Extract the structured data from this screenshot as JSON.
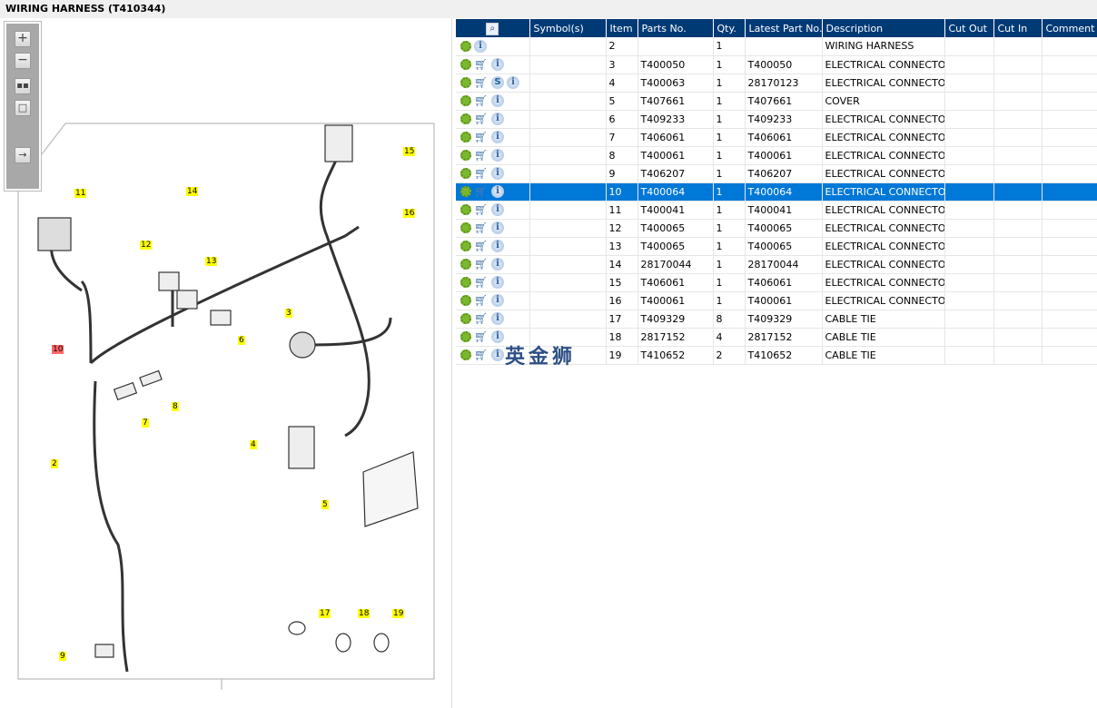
{
  "title": "WIRING HARNESS (T410344)",
  "toolbar": {
    "zoom_in": "zoom-in",
    "zoom_out": "zoom-out",
    "fit": "fit-all",
    "actual": "actual-size",
    "toggle": "toggle-panel"
  },
  "diagram": {
    "callouts": [
      "2",
      "3",
      "4",
      "5",
      "6",
      "7",
      "8",
      "9",
      "10",
      "11",
      "12",
      "13",
      "14",
      "15",
      "16",
      "17",
      "18",
      "19"
    ],
    "highlight": "10",
    "highlight_color": "#ff6666"
  },
  "table": {
    "headers": [
      "Symbol(s)",
      "Item",
      "Parts No.",
      "Qty.",
      "Latest Part No.",
      "Description",
      "Cut Out",
      "Cut In",
      "Comment"
    ],
    "selected_color": "#0078d7",
    "rows": [
      {
        "cart": false,
        "s": false,
        "item": "2",
        "part": "",
        "qty": "1",
        "latest": "",
        "desc": "WIRING HARNESS"
      },
      {
        "cart": true,
        "s": false,
        "item": "3",
        "part": "T400050",
        "qty": "1",
        "latest": "T400050",
        "desc": "ELECTRICAL CONNECTOR"
      },
      {
        "cart": true,
        "s": true,
        "item": "4",
        "part": "T400063",
        "qty": "1",
        "latest": "28170123",
        "desc": "ELECTRICAL CONNECTOR"
      },
      {
        "cart": true,
        "s": false,
        "item": "5",
        "part": "T407661",
        "qty": "1",
        "latest": "T407661",
        "desc": "COVER"
      },
      {
        "cart": true,
        "s": false,
        "item": "6",
        "part": "T409233",
        "qty": "1",
        "latest": "T409233",
        "desc": "ELECTRICAL CONNECTOR"
      },
      {
        "cart": true,
        "s": false,
        "item": "7",
        "part": "T406061",
        "qty": "1",
        "latest": "T406061",
        "desc": "ELECTRICAL CONNECTOR"
      },
      {
        "cart": true,
        "s": false,
        "item": "8",
        "part": "T400061",
        "qty": "1",
        "latest": "T400061",
        "desc": "ELECTRICAL CONNECTOR"
      },
      {
        "cart": true,
        "s": false,
        "item": "9",
        "part": "T406207",
        "qty": "1",
        "latest": "T406207",
        "desc": "ELECTRICAL CONNECTOR"
      },
      {
        "cart": true,
        "s": false,
        "item": "10",
        "part": "T400064",
        "qty": "1",
        "latest": "T400064",
        "desc": "ELECTRICAL CONNECTOR",
        "selected": true
      },
      {
        "cart": true,
        "s": false,
        "item": "11",
        "part": "T400041",
        "qty": "1",
        "latest": "T400041",
        "desc": "ELECTRICAL CONNECTOR"
      },
      {
        "cart": true,
        "s": false,
        "item": "12",
        "part": "T400065",
        "qty": "1",
        "latest": "T400065",
        "desc": "ELECTRICAL CONNECTOR"
      },
      {
        "cart": true,
        "s": false,
        "item": "13",
        "part": "T400065",
        "qty": "1",
        "latest": "T400065",
        "desc": "ELECTRICAL CONNECTOR"
      },
      {
        "cart": true,
        "s": false,
        "item": "14",
        "part": "28170044",
        "qty": "1",
        "latest": "28170044",
        "desc": "ELECTRICAL CONNECTOR"
      },
      {
        "cart": true,
        "s": false,
        "item": "15",
        "part": "T406061",
        "qty": "1",
        "latest": "T406061",
        "desc": "ELECTRICAL CONNECTOR"
      },
      {
        "cart": true,
        "s": false,
        "item": "16",
        "part": "T400061",
        "qty": "1",
        "latest": "T400061",
        "desc": "ELECTRICAL CONNECTOR"
      },
      {
        "cart": true,
        "s": false,
        "item": "17",
        "part": "T409329",
        "qty": "8",
        "latest": "T409329",
        "desc": "CABLE TIE"
      },
      {
        "cart": true,
        "s": false,
        "item": "18",
        "part": "2817152",
        "qty": "4",
        "latest": "2817152",
        "desc": "CABLE TIE"
      },
      {
        "cart": true,
        "s": false,
        "item": "19",
        "part": "T410652",
        "qty": "2",
        "latest": "T410652",
        "desc": "CABLE TIE"
      }
    ]
  },
  "watermark": "英金狮"
}
